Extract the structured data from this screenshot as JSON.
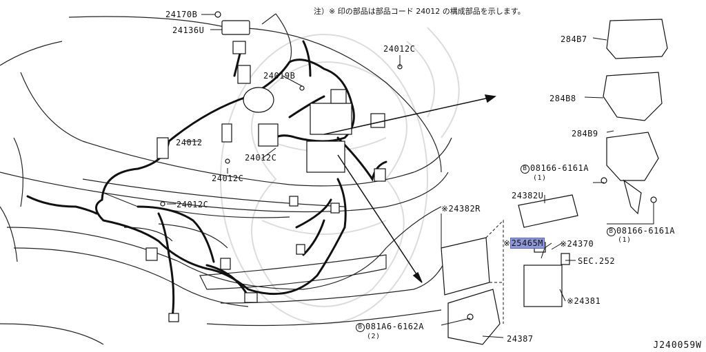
{
  "note": "注）※ 印の部品は部品コード 24012 の構成部品を示します。",
  "diagram_code": "J240059W",
  "colors": {
    "line": "#111111",
    "highlight": "#8f98d8",
    "watermark": "#d8d8d8"
  },
  "callouts": {
    "p24170B": "24170B",
    "p24136U": "24136U",
    "p24012C_top": "24012C",
    "p24019B": "24019B",
    "p24012": "24012",
    "p24012C_mid": "24012C",
    "p24012C_low": "24012C",
    "p24012C_left": "24012C",
    "p284B7": "284B7",
    "p284B8": "284B8",
    "p284B9": "284B9",
    "bolt_a": "08166-6161A",
    "bolt_a_qty": "(1)",
    "bolt_b": "08166-6161A",
    "bolt_b_qty": "(1)",
    "p24382U": "24382U",
    "p24382R": "※24382R",
    "p25465M_mark": "※",
    "p25465M": "25465M",
    "p24370": "※24370",
    "sec252": "SEC.252",
    "p24381": "※24381",
    "bolt_c": "081A6-6162A",
    "bolt_c_qty": "(2)",
    "p24387": "24387",
    "circle_b": "B"
  }
}
